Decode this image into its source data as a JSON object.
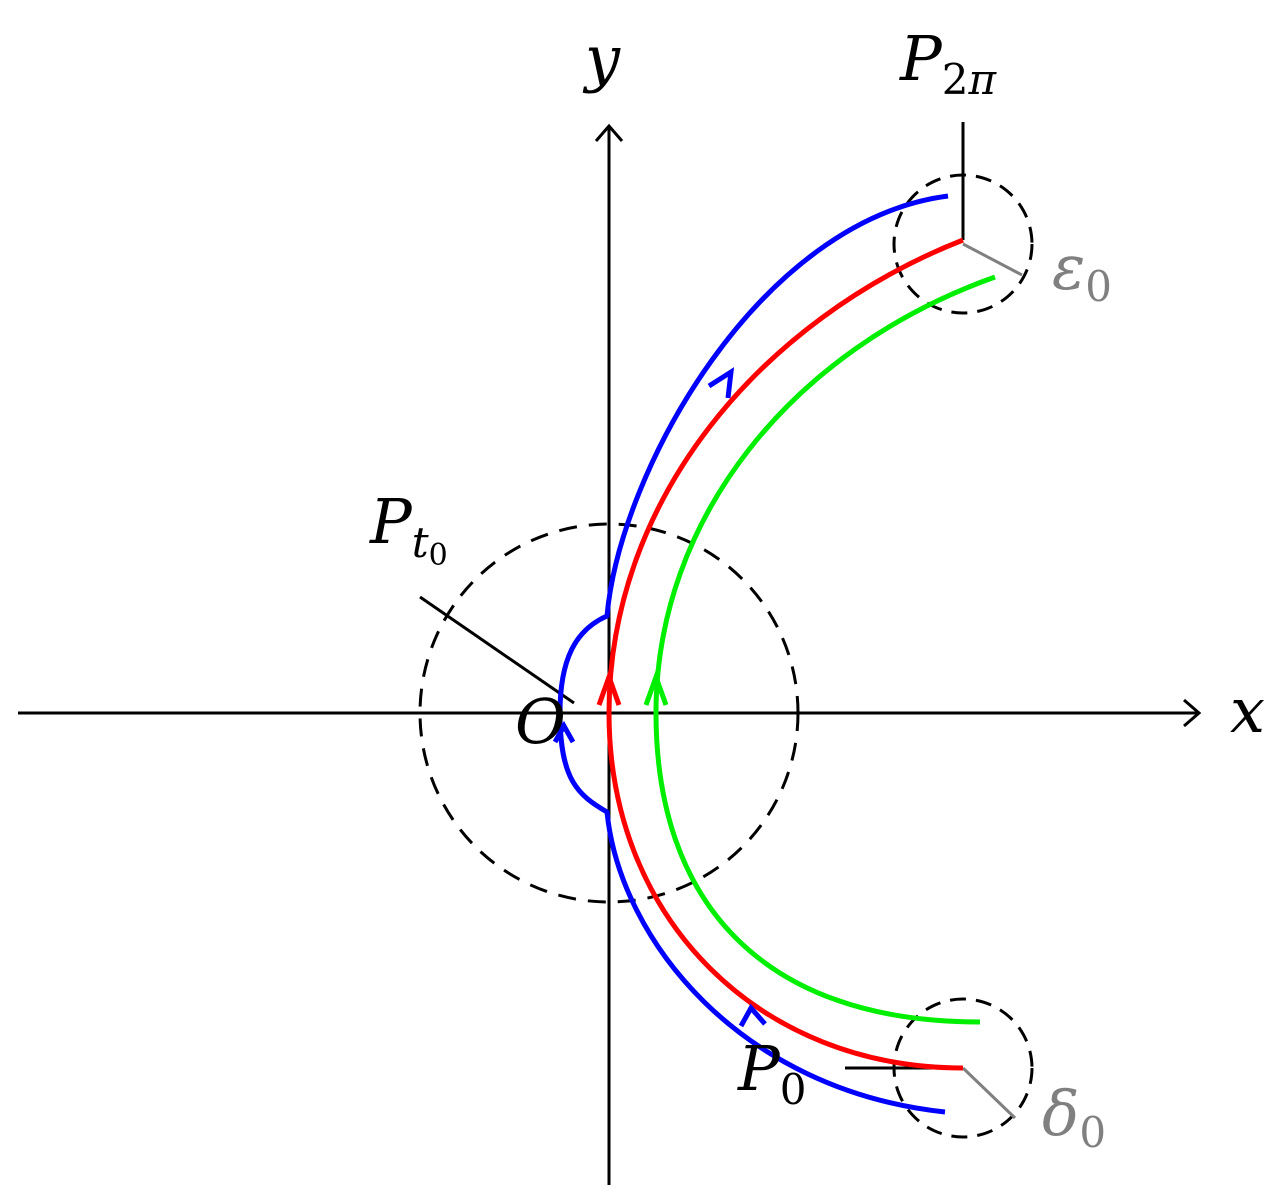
{
  "axes": {
    "x_label": "x",
    "y_label": "y",
    "origin_label": "O"
  },
  "labels": {
    "p2pi": {
      "main": "P",
      "sub_digit": "2",
      "sub_sym": "π"
    },
    "pt0": {
      "main": "P",
      "sub_var": "t",
      "sub_digit": "0"
    },
    "p0": {
      "main": "P",
      "sub_digit": "0"
    },
    "eps0": {
      "main": "ε",
      "sub_digit": "0"
    },
    "delta0": {
      "main": "δ",
      "sub_digit": "0"
    }
  },
  "colors": {
    "axis": "#000000",
    "dashed": "#000000",
    "red_curve": "#ff0000",
    "blue_curve": "#0000ff",
    "green_curve": "#00ee00",
    "radius_gray": "#808080"
  },
  "curves": [
    "red",
    "blue",
    "green"
  ]
}
